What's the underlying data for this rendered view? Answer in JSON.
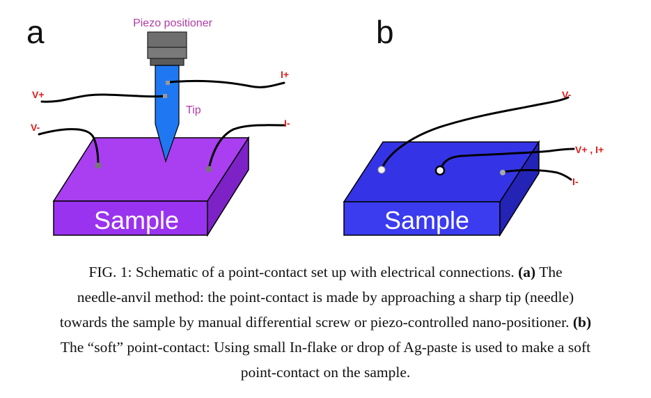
{
  "panel_a": {
    "letter": "a",
    "piezo_label": "Piezo positioner",
    "tip_label": "Tip",
    "sample_label": "Sample",
    "leads": {
      "v_plus": "V+",
      "v_minus": "V-",
      "i_plus": "I+",
      "i_minus": "I-"
    }
  },
  "panel_b": {
    "letter": "b",
    "sample_label": "Sample",
    "leads": {
      "v_minus": "V-",
      "v_plus_i_plus": "V+ , I+",
      "i_minus": "I-"
    }
  },
  "colors": {
    "sample_a_top": "#a93ff0",
    "sample_a_front": "#9a33ef",
    "sample_b_top": "#3434e6",
    "sample_b_front": "#3b3bf0",
    "tip": "#1f78f2",
    "piezo": "#6e6e6e",
    "label_red": "#e01b1b",
    "label_purple": "#b03aa5"
  },
  "caption": {
    "fig_label": "FIG. 1:",
    "line1_text": "Schematic of a point-contact set up with electrical connections.",
    "a_tag": "(a)",
    "line1_end": "The",
    "line2": "needle-anvil method: the point-contact is made by approaching a sharp tip (needle)",
    "line3_text": "towards the sample by manual differential screw or piezo-controlled nano-positioner.",
    "b_tag": "(b)",
    "line4": "The “soft” point-contact: Using small In-flake or drop of Ag-paste is used to make a soft",
    "line5": "point-contact on the sample."
  }
}
